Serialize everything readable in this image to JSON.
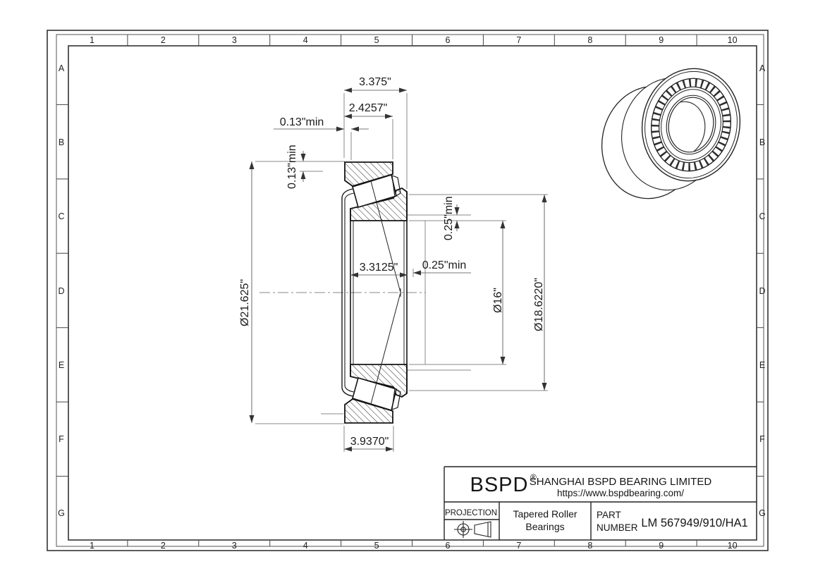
{
  "grid": {
    "cols": [
      "1",
      "2",
      "3",
      "4",
      "5",
      "6",
      "7",
      "8",
      "9",
      "10"
    ],
    "rows": [
      "A",
      "B",
      "C",
      "D",
      "E",
      "F",
      "G"
    ]
  },
  "dims": {
    "overall_width": "3.375\"",
    "cup_width": "2.4257\"",
    "front_shoulder_h": "0.13\"min",
    "front_shoulder_v": "0.13\"min",
    "outer_diameter": "Ø21.625\"",
    "cone_width": "3.3125\"",
    "back_shoulder_h": "0.25\"min",
    "back_shoulder_v": "0.25\"min",
    "bore_diameter": "Ø16\"",
    "flange_diameter": "Ø18.6220\"",
    "cone_bottom_width": "3.9370\""
  },
  "title_block": {
    "logo": "BSPD",
    "registered": "®",
    "company": "SHANGHAI BSPD BEARING LIMITED",
    "website": "https://www.bspdbearing.com/",
    "projection_label": "PROJECTION",
    "product_line1": "Tapered Roller",
    "product_line2": "Bearings",
    "part_label_line1": "PART",
    "part_label_line2": "NUMBER",
    "part_number": "LM 567949/910/HA1"
  }
}
